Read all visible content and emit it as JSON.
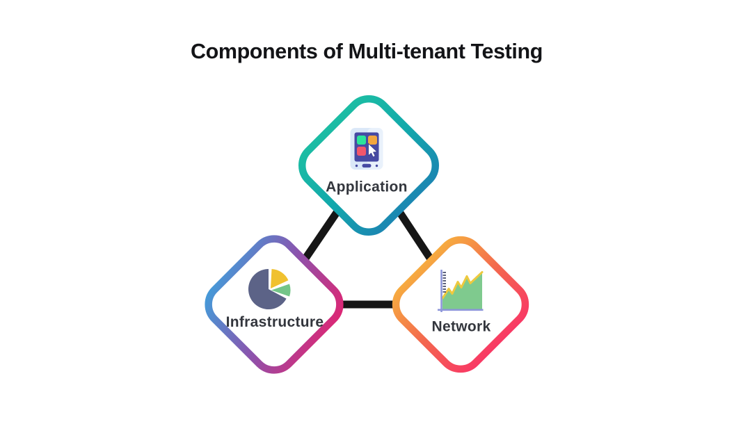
{
  "title": "Components of Multi-tenant Testing",
  "title_color": "#131417",
  "label_color": "#33363d",
  "connector_color": "#161616",
  "background": "#ffffff",
  "nodes": [
    {
      "id": "application",
      "label": "Application",
      "icon": "mobile-app-icon",
      "gradient": {
        "from": "#1fc3a1",
        "mid": "#12a9ab",
        "to": "#1e7cb4"
      }
    },
    {
      "id": "infrastructure",
      "label": "Infrastructure",
      "icon": "pie-chart-icon",
      "gradient": {
        "from": "#35aae2",
        "mid": "#8b53ad",
        "to": "#ee1d68"
      }
    },
    {
      "id": "network",
      "label": "Network",
      "icon": "area-chart-icon",
      "gradient": {
        "from": "#f7c13b",
        "mid": "#f3674e",
        "to": "#fa2b6c"
      }
    }
  ],
  "icons": {
    "mobile_app": {
      "body": "#dbe8f8",
      "screen": "#474aa3",
      "tile_green": "#2be49a",
      "tile_orange": "#f2a63e",
      "tile_red": "#f2566b",
      "cursor": "#ffffff"
    },
    "pie_chart": {
      "slice_large": "#5c6387",
      "slice_yellow": "#f0c12f",
      "slice_green": "#74c588"
    },
    "area_chart": {
      "axis": "#8d96da",
      "ticks": "#3f4766",
      "area": "#7fca8e",
      "line": "#eec93e"
    }
  }
}
